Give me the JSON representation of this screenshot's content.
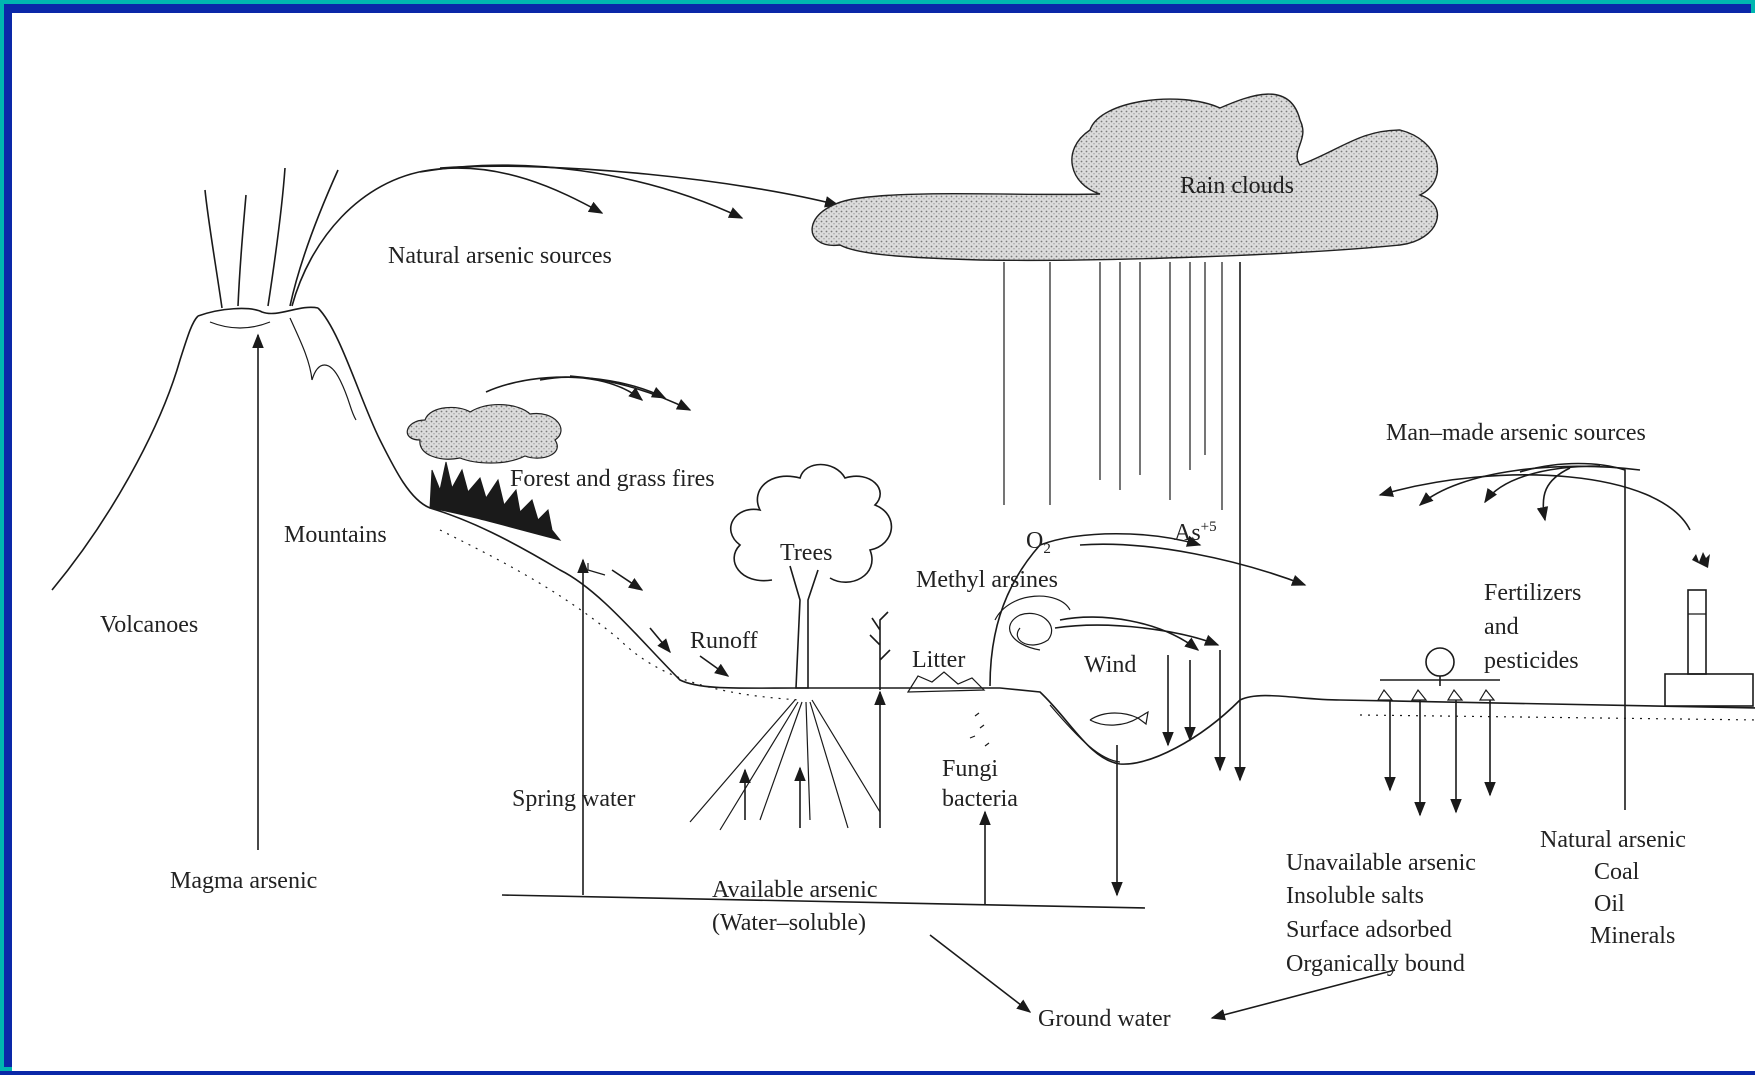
{
  "labels": {
    "natural_sources": "Natural arsenic sources",
    "rain_clouds": "Rain clouds",
    "forest_fires": "Forest and grass fires",
    "mountains": "Mountains",
    "volcanoes": "Volcanoes",
    "magma": "Magma arsenic",
    "trees": "Trees",
    "runoff": "Runoff",
    "methyl_arsines": "Methyl arsines",
    "o2": "O",
    "o2_sub": "2",
    "as5": "As",
    "as5_sup": "+5",
    "litter": "Litter",
    "wind": "Wind",
    "fungi_line1": "Fungi",
    "fungi_line2": "bacteria",
    "spring_water": "Spring water",
    "available_line1": "Available arsenic",
    "available_line2": "(Water–soluble)",
    "man_made": "Man–made arsenic sources",
    "fertilizers_line1": "Fertilizers",
    "fertilizers_line2": "and",
    "fertilizers_line3": "pesticides",
    "unavailable_line1": "Unavailable arsenic",
    "unavailable_line2": "Insoluble salts",
    "unavailable_line3": "Surface adsorbed",
    "unavailable_line4": "Organically bound",
    "natural_deposits_line1": "Natural arsenic",
    "natural_deposits_line2": "Coal",
    "natural_deposits_line3": "Oil",
    "natural_deposits_line4": "Minerals",
    "ground_water": "Ground water"
  },
  "colors": {
    "frame_border": "#00b6b0",
    "background": "#0a28a8",
    "panel": "#ffffff",
    "ink": "#1a1a1a"
  }
}
